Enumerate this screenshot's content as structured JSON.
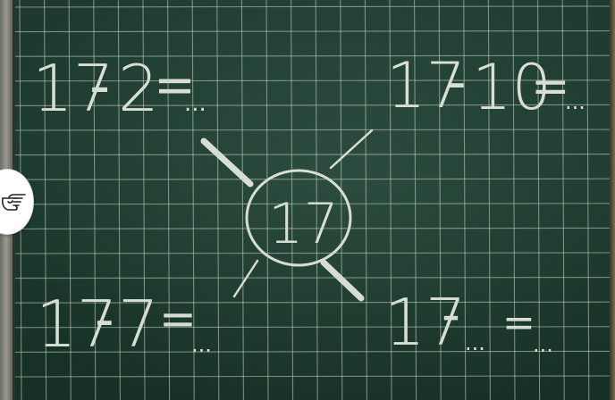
{
  "board": {
    "top_left": {
      "base": "17",
      "op": "-",
      "operand": "2",
      "eq": "=",
      "blank": "..."
    },
    "top_right": {
      "base": "17",
      "op": "-",
      "operand": "10",
      "eq": "=",
      "blank": "..."
    },
    "bottom_left": {
      "base": "17",
      "op": "-",
      "operand": "7",
      "eq": "=",
      "blank": "..."
    },
    "bottom_right": {
      "base": "17",
      "op": "-",
      "blank1": "...",
      "eq": "=",
      "blank2": "..."
    },
    "center": "17"
  },
  "colors": {
    "board": "#1f4233",
    "grid": "#c9d4c6",
    "chalk": "#e6ece2"
  },
  "icons": {
    "nav": "pointing-hand-icon"
  }
}
